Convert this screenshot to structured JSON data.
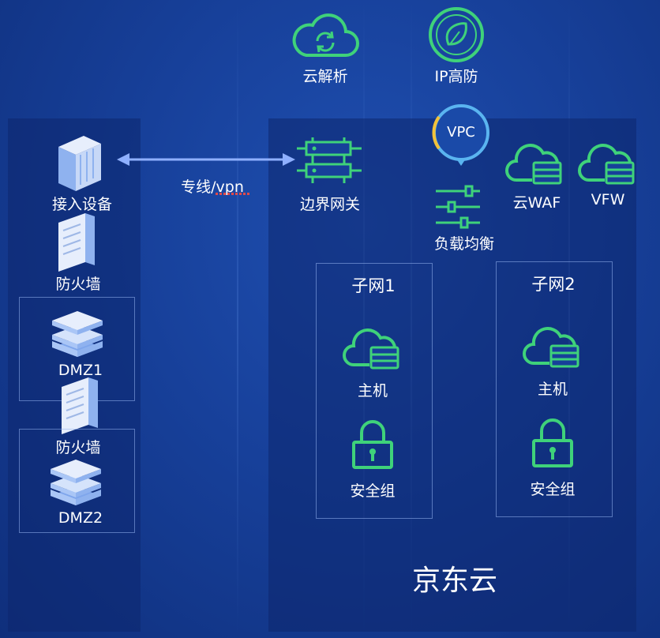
{
  "top": {
    "dns_label": "云解析",
    "ip_defense_label": "IP高防"
  },
  "left": {
    "access_label": "接入设备",
    "firewall1_label": "防火墙",
    "dmz1_label": "DMZ1",
    "firewall2_label": "防火墙",
    "dmz2_label": "DMZ2"
  },
  "link": {
    "label": "专线/vpn"
  },
  "cloud": {
    "gateway_label": "边界网关",
    "vpc_label": "VPC",
    "lb_label": "负载均衡",
    "waf_label": "云WAF",
    "vfw_label": "VFW",
    "subnet1": {
      "title": "子网1",
      "host_label": "主机",
      "sg_label": "安全组"
    },
    "subnet2": {
      "title": "子网2",
      "host_label": "主机",
      "sg_label": "安全组"
    },
    "brand": "京东云"
  },
  "colors": {
    "green": "#3fd27a",
    "arrow": "#8fb0ff",
    "vpc_ring": "#5ab4f0",
    "vpc_accent": "#f2c23a"
  }
}
